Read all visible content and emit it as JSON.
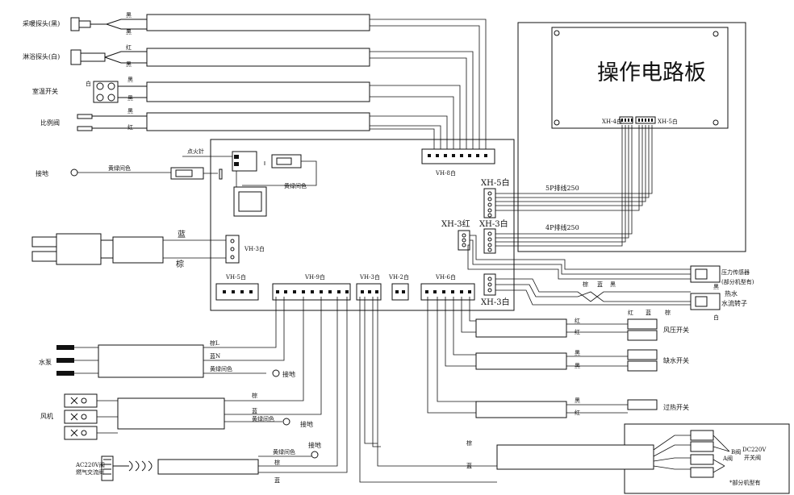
{
  "board": {
    "title": "操作电路板",
    "conn_left": "XH-4白",
    "conn_right": "XH-5白"
  },
  "sensors": {
    "heating_probe": "采暖探头(黑)",
    "bath_probe": "淋浴探头(白)",
    "room_temp_switch": "室温开关",
    "proportional_valve": "比例阀",
    "white": "白"
  },
  "colors": {
    "black": "黑",
    "red": "红",
    "blue": "蓝",
    "brown": "棕",
    "yellow_green": "黄绿间色",
    "brown_l": "棕L",
    "blue_n": "蓝N"
  },
  "connectors": {
    "vh8": "VH-8白",
    "xh5": "XH-5白",
    "xh3_red": "XH-3红",
    "xh3_white_a": "XH-3白",
    "xh3_white_b": "XH-3白",
    "vh3": "VH-3白",
    "vh5": "VH-5白",
    "vh9": "VH-9白",
    "vh3_b": "VH-3白",
    "vh2": "VH-2白",
    "vh6": "VH-6白"
  },
  "cables": {
    "ribbon5": "5P排线250",
    "ribbon4": "4P排线250"
  },
  "labels": {
    "ignition_pin": "点火针",
    "ground": "接地",
    "ground_right": "接地",
    "water_pump": "水泵",
    "fan": "风机",
    "gas_valve": "AC220V阀\n燃气交流阀",
    "gas_valve_l1": "AC220V阀",
    "gas_valve_l2": "燃气交流阀",
    "pressure_sensor": "压力传感器",
    "pressure_sensor_note": "(部分机型有)",
    "hot_water": "热水",
    "flow_rotor": "水流转子",
    "air_pressure_switch": "风压开关",
    "water_cut_switch": "缺水开关",
    "overheat_switch": "过热开关",
    "valve_a": "A阀",
    "valve_b": "B阀",
    "dc_valve": "DC220V",
    "dc_valve_2": "开关阀",
    "partial_models": "*部分机型有"
  }
}
